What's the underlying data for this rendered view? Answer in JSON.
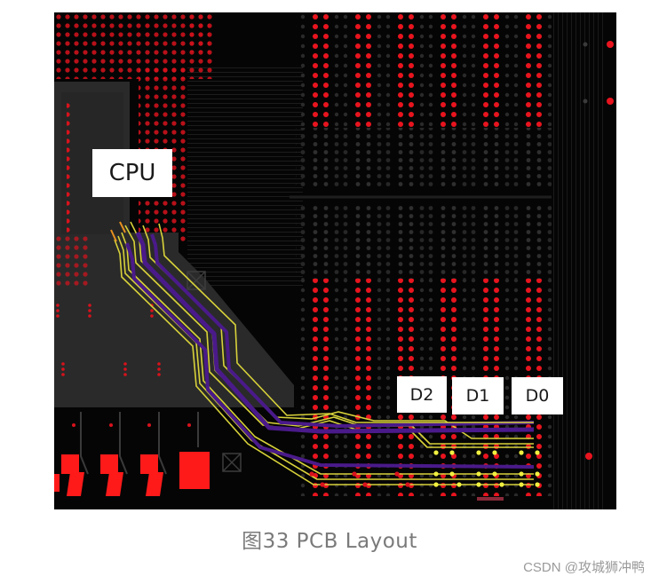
{
  "figure": {
    "labels": {
      "cpu": "CPU",
      "d2": "D2",
      "d1": "D1",
      "d0": "D0"
    },
    "colors": {
      "board": "#050505",
      "via_active": "#e8141e",
      "via_inactive": "#3a3a3a",
      "trace_yellow": "#d8d23a",
      "trace_purple": "#4a1a8a",
      "plane_gray": "#2b2b2b",
      "pad_red": "#ff1a1a"
    }
  },
  "caption": "图33 PCB Layout",
  "watermark": "CSDN @攻城狮冲鸭"
}
